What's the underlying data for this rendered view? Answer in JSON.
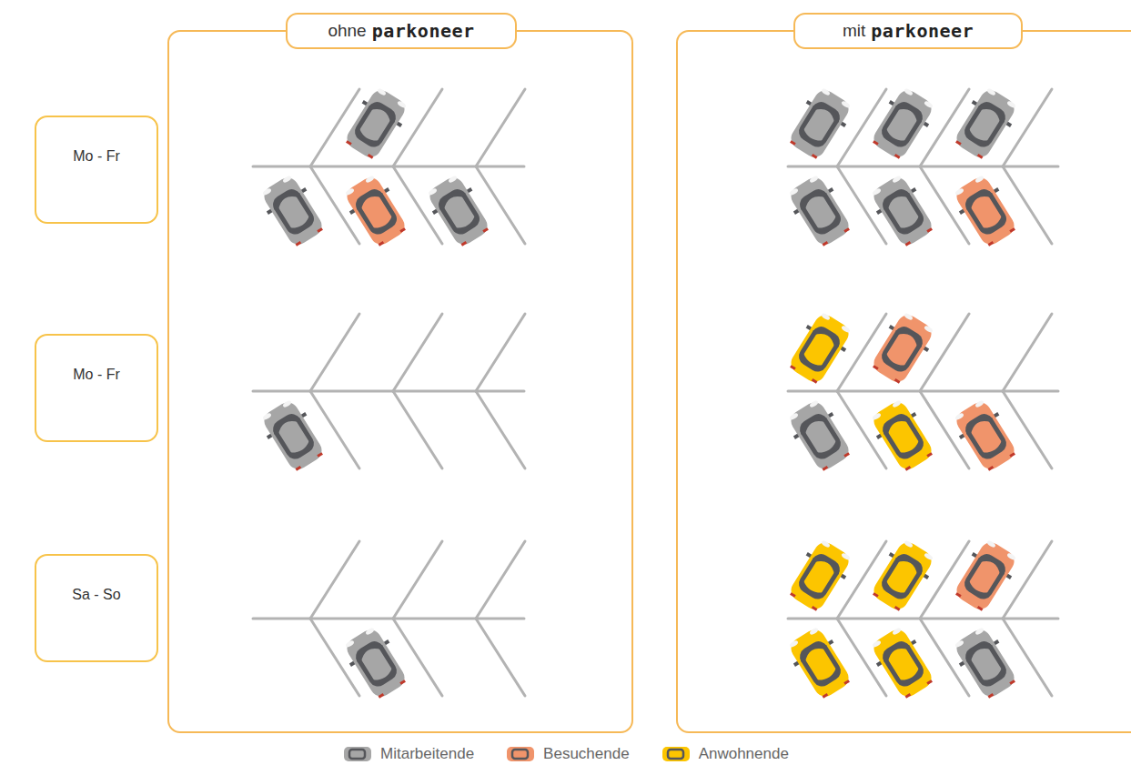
{
  "diagram": {
    "nodes": [
      {
        "text": [
          "ohne",
          "parkoneer"
        ]
      },
      {
        "text": [
          "mit",
          "parkoneer"
        ]
      },
      {
        "text": [
          "Mo - Fr"
        ]
      },
      {
        "text": [
          "Mo - Fr"
        ]
      },
      {
        "text": [
          "Sa - So"
        ]
      }
    ],
    "legend": [
      {
        "text": "Mitarbeitende",
        "color": "#a6a6a6"
      },
      {
        "text": "Besuchende",
        "color": "#f0946b"
      },
      {
        "text": "Anwohnende",
        "color": "#fcc500"
      }
    ]
  }
}
